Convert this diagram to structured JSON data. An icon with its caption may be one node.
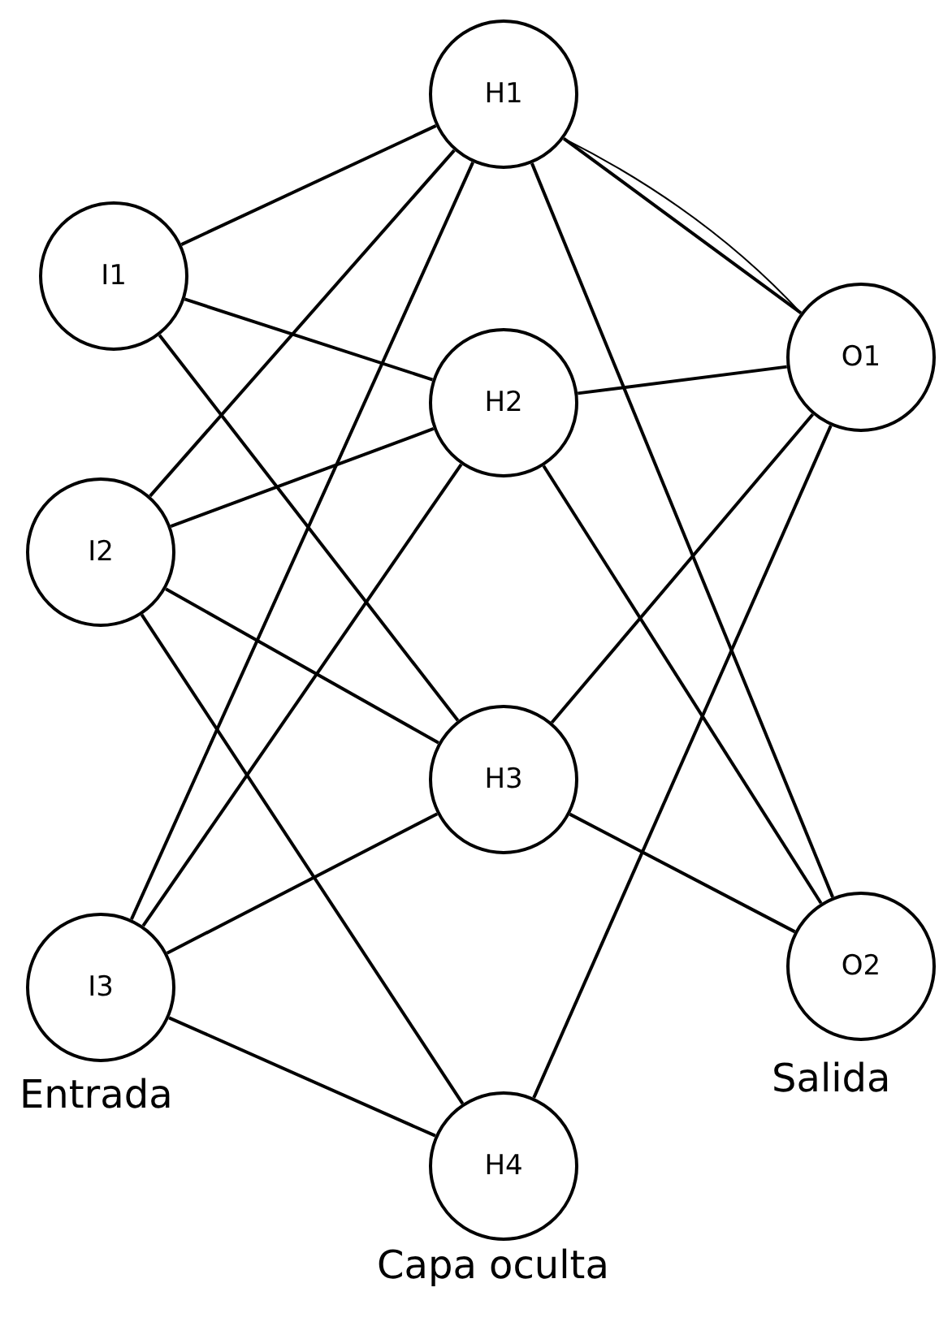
{
  "diagram": {
    "nodes": [
      {
        "text": [
          "I1"
        ]
      },
      {
        "text": [
          "I2"
        ]
      },
      {
        "text": [
          "I3"
        ]
      },
      {
        "text": [
          "H1"
        ]
      },
      {
        "text": [
          "H2"
        ]
      },
      {
        "text": [
          "H3"
        ]
      },
      {
        "text": [
          "H4"
        ]
      },
      {
        "text": [
          "O1"
        ]
      },
      {
        "text": [
          "O2"
        ]
      }
    ],
    "edges": [
      {
        "from": 0,
        "to": 3,
        "arrow": "none"
      },
      {
        "from": 0,
        "to": 4,
        "arrow": "none"
      },
      {
        "from": 0,
        "to": 5,
        "arrow": "none"
      },
      {
        "from": 1,
        "to": 3,
        "arrow": "none"
      },
      {
        "from": 1,
        "to": 4,
        "arrow": "none"
      },
      {
        "from": 1,
        "to": 5,
        "arrow": "none"
      },
      {
        "from": 1,
        "to": 6,
        "arrow": "none"
      },
      {
        "from": 2,
        "to": 3,
        "arrow": "none"
      },
      {
        "from": 2,
        "to": 4,
        "arrow": "none"
      },
      {
        "from": 2,
        "to": 5,
        "arrow": "none"
      },
      {
        "from": 2,
        "to": 6,
        "arrow": "none"
      },
      {
        "from": 3,
        "to": 7,
        "arrow": "none"
      },
      {
        "from": 3,
        "to": 7,
        "arrow": "none"
      },
      {
        "from": 3,
        "to": 8,
        "arrow": "none"
      },
      {
        "from": 4,
        "to": 7,
        "arrow": "none"
      },
      {
        "from": 4,
        "to": 8,
        "arrow": "none"
      },
      {
        "from": 5,
        "to": 7,
        "arrow": "none"
      },
      {
        "from": 5,
        "to": 8,
        "arrow": "none"
      },
      {
        "from": 6,
        "to": 7,
        "arrow": "none"
      }
    ],
    "labels": [
      "Entrada",
      "Capa oculta",
      "Salida"
    ]
  }
}
